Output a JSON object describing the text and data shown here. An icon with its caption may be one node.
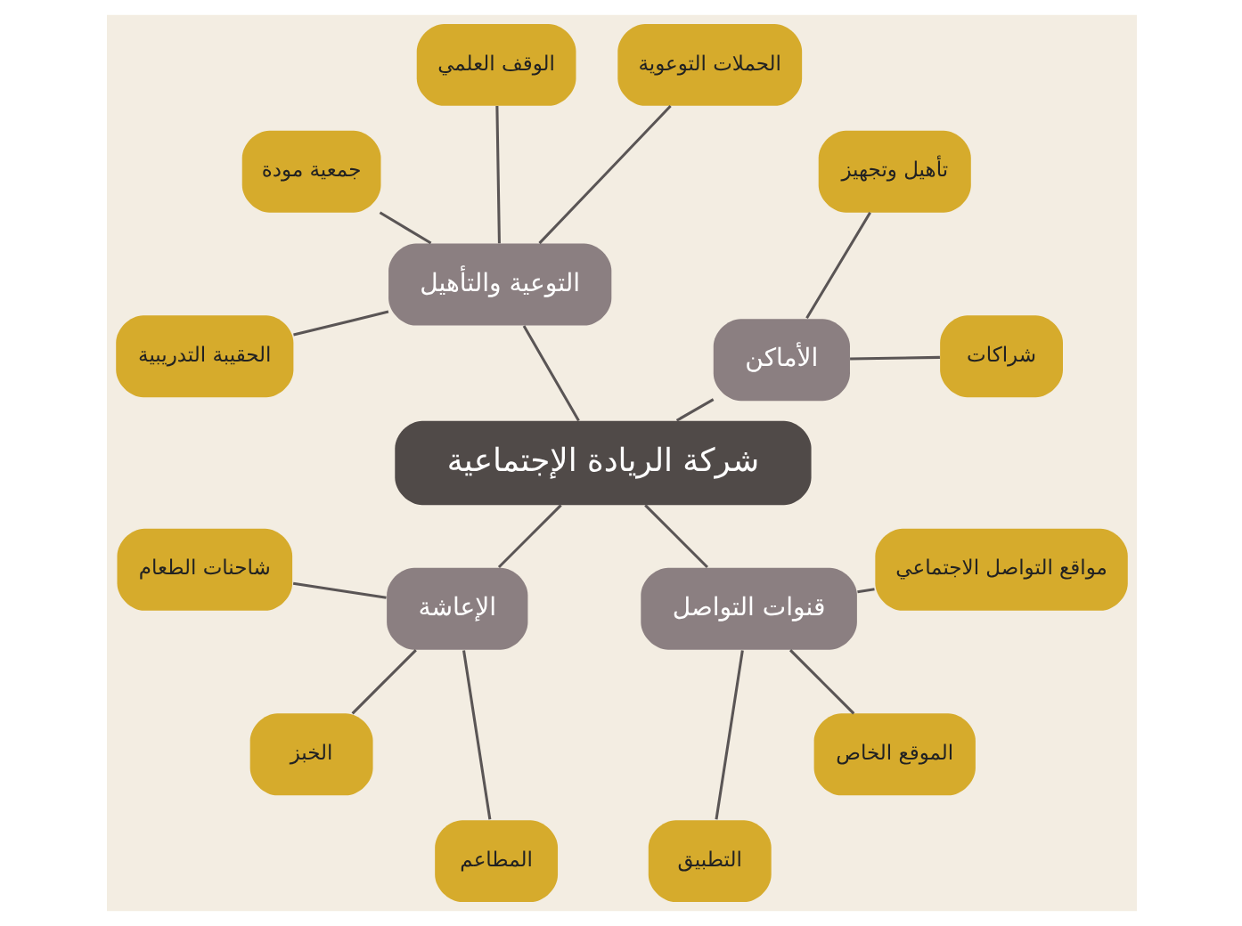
{
  "diagram": {
    "nodes": [
      {
        "text": [
          "شركة الريادة الإجتماعية"
        ]
      },
      {
        "text": [
          "الأماكن"
        ]
      },
      {
        "text": [
          "شراكات"
        ]
      },
      {
        "text": [
          "تأهيل وتجهيز"
        ]
      },
      {
        "text": [
          "التوعية والتأهيل"
        ]
      },
      {
        "text": [
          "الحملات التوعوية"
        ]
      },
      {
        "text": [
          "الوقف العلمي"
        ]
      },
      {
        "text": [
          "جمعية مودة"
        ]
      },
      {
        "text": [
          "الحقيبة التدريبية"
        ]
      },
      {
        "text": [
          "الإعاشة"
        ]
      },
      {
        "text": [
          "شاحنات الطعام"
        ]
      },
      {
        "text": [
          "الخبز"
        ]
      },
      {
        "text": [
          "المطاعم"
        ]
      },
      {
        "text": [
          "قنوات التواصل"
        ]
      },
      {
        "text": [
          "التطبيق"
        ]
      },
      {
        "text": [
          "الموقع الخاص"
        ]
      },
      {
        "text": [
          "مواقع التواصل الاجتماعي"
        ]
      }
    ],
    "edges": [
      {
        "from": 0,
        "to": 1,
        "arrow": "none"
      },
      {
        "from": 1,
        "to": 2,
        "arrow": "none"
      },
      {
        "from": 1,
        "to": 3,
        "arrow": "none"
      },
      {
        "from": 0,
        "to": 4,
        "arrow": "none"
      },
      {
        "from": 4,
        "to": 5,
        "arrow": "none"
      },
      {
        "from": 4,
        "to": 6,
        "arrow": "none"
      },
      {
        "from": 4,
        "to": 7,
        "arrow": "none"
      },
      {
        "from": 4,
        "to": 8,
        "arrow": "none"
      },
      {
        "from": 0,
        "to": 9,
        "arrow": "none"
      },
      {
        "from": 9,
        "to": 10,
        "arrow": "none"
      },
      {
        "from": 9,
        "to": 11,
        "arrow": "none"
      },
      {
        "from": 9,
        "to": 12,
        "arrow": "none"
      },
      {
        "from": 0,
        "to": 13,
        "arrow": "none"
      },
      {
        "from": 13,
        "to": 14,
        "arrow": "none"
      },
      {
        "from": 13,
        "to": 15,
        "arrow": "none"
      },
      {
        "from": 13,
        "to": 16,
        "arrow": "none"
      }
    ]
  }
}
